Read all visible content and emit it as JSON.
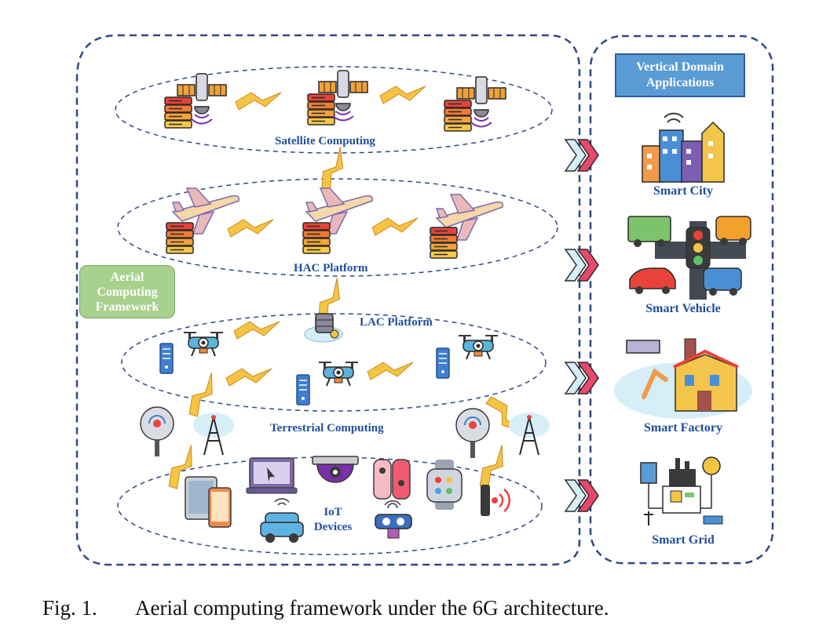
{
  "layers": {
    "satellite": "Satellite Computing",
    "hac": "HAC Platform",
    "lac": "LAC Platform",
    "terrestrial": "Terrestrial Computing",
    "iot_line1": "IoT",
    "iot_line2": "Devices"
  },
  "framework": {
    "line1": "Aerial",
    "line2": "Computing",
    "line3": "Framework"
  },
  "vertical_domain": {
    "line1": "Vertical Domain",
    "line2": "Applications"
  },
  "applications": [
    "Smart City",
    "Smart Vehicle",
    "Smart Factory",
    "Smart Grid"
  ],
  "caption": {
    "number": "Fig. 1.",
    "text": "Aerial computing framework under the 6G architecture."
  },
  "colors": {
    "dash_border": "#2e4a86",
    "label_blue": "#1f4e9c",
    "lightning": "#f6c445",
    "vda_fill": "#5b9bd5",
    "acf_fill": "#a9d18e",
    "chevron": "#e8496a"
  }
}
